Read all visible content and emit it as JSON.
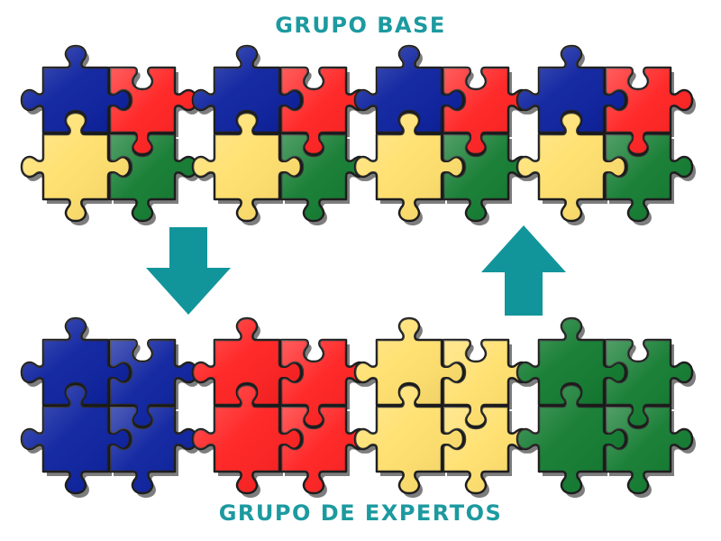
{
  "titles": {
    "base_group": "GRUPO BASE",
    "expert_group": "GRUPO DE EXPERTOS"
  },
  "colors": {
    "title_teal": "#1c9aa0",
    "arrow_teal": "#11959a",
    "blue": "#0a1f9e",
    "red": "#ff1f1f",
    "yellow": "#ffdf6b",
    "green": "#107a2e",
    "outline": "#1a1a1a",
    "shadow": "#7d7d7d"
  },
  "base_groups": [
    {
      "pieces": [
        "blue",
        "red",
        "yellow",
        "green"
      ]
    },
    {
      "pieces": [
        "blue",
        "red",
        "yellow",
        "green"
      ]
    },
    {
      "pieces": [
        "blue",
        "red",
        "yellow",
        "green"
      ]
    },
    {
      "pieces": [
        "blue",
        "red",
        "yellow",
        "green"
      ]
    }
  ],
  "expert_groups": [
    {
      "pieces": [
        "blue",
        "blue",
        "blue",
        "blue"
      ]
    },
    {
      "pieces": [
        "red",
        "red",
        "red",
        "red"
      ]
    },
    {
      "pieces": [
        "yellow",
        "yellow",
        "yellow",
        "yellow"
      ]
    },
    {
      "pieces": [
        "green",
        "green",
        "green",
        "green"
      ]
    }
  ],
  "arrows": [
    {
      "direction": "down-icon"
    },
    {
      "direction": "up-icon"
    }
  ]
}
